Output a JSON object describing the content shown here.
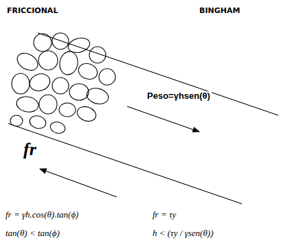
{
  "diagram": {
    "labels": [
      "FRICCIONAL",
      "BINGHAM",
      "Peso=γhsen(θ)",
      "fr",
      "fr = γh.cos(θ).tan(ϕ)",
      "tan(θ) < tan(ϕ)",
      "fr = τy",
      "h < (τy / γsen(θ))"
    ]
  }
}
